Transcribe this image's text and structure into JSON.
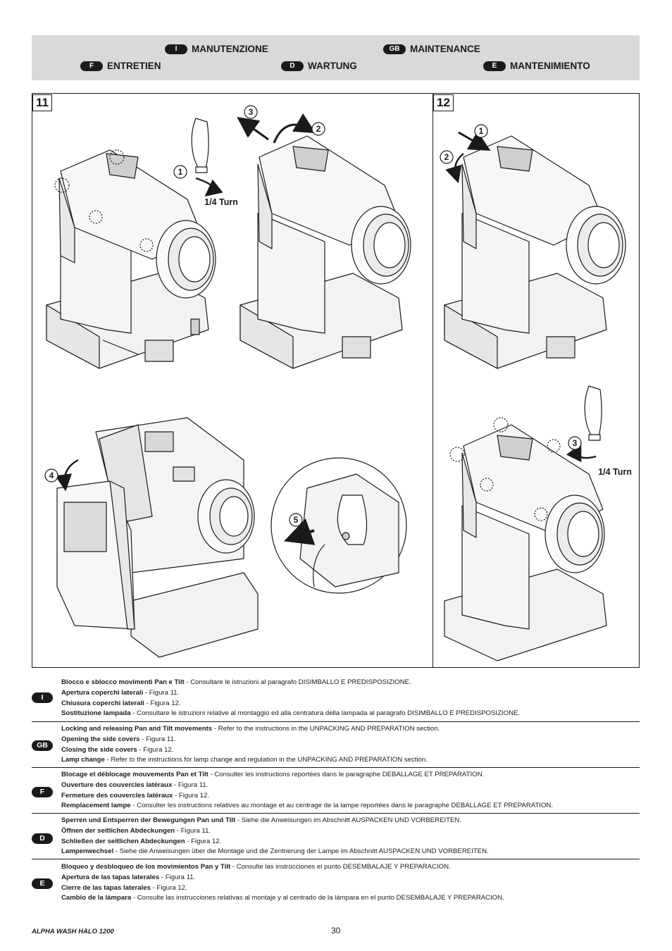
{
  "header": {
    "items": [
      {
        "code": "I",
        "label": "MANUTENZIONE"
      },
      {
        "code": "GB",
        "label": "MAINTENANCE"
      },
      {
        "code": "F",
        "label": "ENTRETIEN"
      },
      {
        "code": "D",
        "label": "WARTUNG"
      },
      {
        "code": "E",
        "label": "MANTENIMIENTO"
      }
    ]
  },
  "figures": {
    "fig11": {
      "number": "11",
      "turn_label": "1/4 Turn",
      "steps": [
        "1",
        "2",
        "3",
        "4",
        "5"
      ]
    },
    "fig12": {
      "number": "12",
      "turn_label": "1/4 Turn",
      "steps": [
        "1",
        "2",
        "3"
      ]
    }
  },
  "sections": [
    {
      "code": "I",
      "lines": [
        {
          "bold": "Blocco e sblocco movimenti Pan e Tilt",
          "rest": "  - Consultare le istruzioni al paragrafo DISIMBALLO E PREDISPOSIZIONE."
        },
        {
          "bold": "Apertura coperchi laterali",
          "rest": " - Figura 11."
        },
        {
          "bold": "Chiusura coperchi laterali",
          "rest": " - Figura 12."
        },
        {
          "bold": "Sostituzione lampada",
          "rest": " - Consultare le istruzioni relative al montaggio ed alla centratura della lampada al paragrafo DISIMBALLO E PREDISPOSIZIONE."
        }
      ]
    },
    {
      "code": "GB",
      "lines": [
        {
          "bold": "Locking and releasing Pan and Tilt movements",
          "rest": " - Refer to the instructions in the UNPACKING AND PREPARATION section."
        },
        {
          "bold": "Opening the side covers",
          "rest": " - Figura 11."
        },
        {
          "bold": "Closing the side covers",
          "rest": " - Figura 12."
        },
        {
          "bold": "Lamp change",
          "rest": " - Refer to the instructions for lamp change and regulation in the UNPACKING AND PREPARATION section."
        }
      ]
    },
    {
      "code": "F",
      "lines": [
        {
          "bold": "Blocage et déblocage mouvements Pan et Tilt",
          "rest": "  - Consulter les instructions reportées dans le paragraphe DEBALLAGE ET PREPARATION."
        },
        {
          "bold": "Ouverture des couvercles latéraux",
          "rest": " - Figura 11."
        },
        {
          "bold": "Fermeture des couvercles latéraux",
          "rest": " - Figura 12."
        },
        {
          "bold": "Remplacement lampe",
          "rest": " - Consulter les instructions relatives au montage et au centrage de la lampe reportées dans le paragraphe DEBALLAGE ET PREPARATION."
        }
      ]
    },
    {
      "code": "D",
      "lines": [
        {
          "bold": "Sperren und Entsperren der Bewegungen Pan und Tilt",
          "rest": "  - Siehe die Anweisungen im Abschnitt AUSPACKEN UND VORBEREITEN."
        },
        {
          "bold": "Öffnen der seitlichen Abdeckungen",
          "rest": " - Figura 11."
        },
        {
          "bold": "Schließen der seitlichen Abdeckungen",
          "rest": " - Figura 12."
        },
        {
          "bold": "Lampenwechsel",
          "rest": " - Siehe die Anweisungen über die Montage und die Zentrierung der Lampe im Abschnitt AUSPACKEN UND VORBEREITEN."
        }
      ]
    },
    {
      "code": "E",
      "lines": [
        {
          "bold": "Bloqueo y desbloqueo de los movimientos Pan y Tilt",
          "rest": " - Consulte las instrucciones el punto DESEMBALAJE Y PREPARACION."
        },
        {
          "bold": "Apertura de las tapas laterales",
          "rest": " - Figura 11."
        },
        {
          "bold": "Cierre de las tapas laterales",
          "rest": " - Figura 12."
        },
        {
          "bold": "Cambio de la lámpara",
          "rest": " - Consulte las instrucciones relativas al montaje y al centrado de la lámpara en el punto DESEMBALAJE Y PREPARACION."
        }
      ]
    }
  ],
  "footer": {
    "product": "ALPHA WASH HALO 1200",
    "page": "30"
  }
}
